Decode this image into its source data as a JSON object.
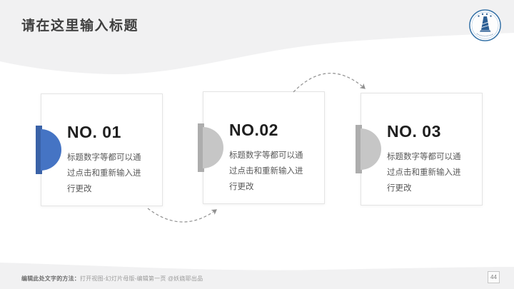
{
  "slide": {
    "title": "请在这里输入标题",
    "logo": {
      "icon": "university-emblem-icon"
    },
    "cards": [
      {
        "number": "NO. 01",
        "body": "标题数字等都可以通过点击和重新输入进行更改",
        "accent": "blue"
      },
      {
        "number": "NO.02",
        "body": "标题数字等都可以通过点击和重新输入进行更改",
        "accent": "gray"
      },
      {
        "number": "NO. 03",
        "body": "标题数字等都可以通过点击和重新输入进行更改",
        "accent": "gray"
      }
    ],
    "footer": {
      "bold": "编辑此处文字的方法：",
      "rest": "打开视图-幻灯片母版-编辑第一页 @妖娆耶出品"
    },
    "page_number": "44",
    "colors": {
      "accent_blue": "#4574c4",
      "accent_blue_dark": "#3a62a7",
      "accent_gray": "#c6c6c6",
      "accent_gray_dark": "#adadad",
      "band_gray": "#f1f1f2",
      "title_text": "#3f3f3f",
      "body_text": "#595959",
      "arrow_gray": "#8f8f8f",
      "logo_blue": "#2e6da4"
    }
  }
}
